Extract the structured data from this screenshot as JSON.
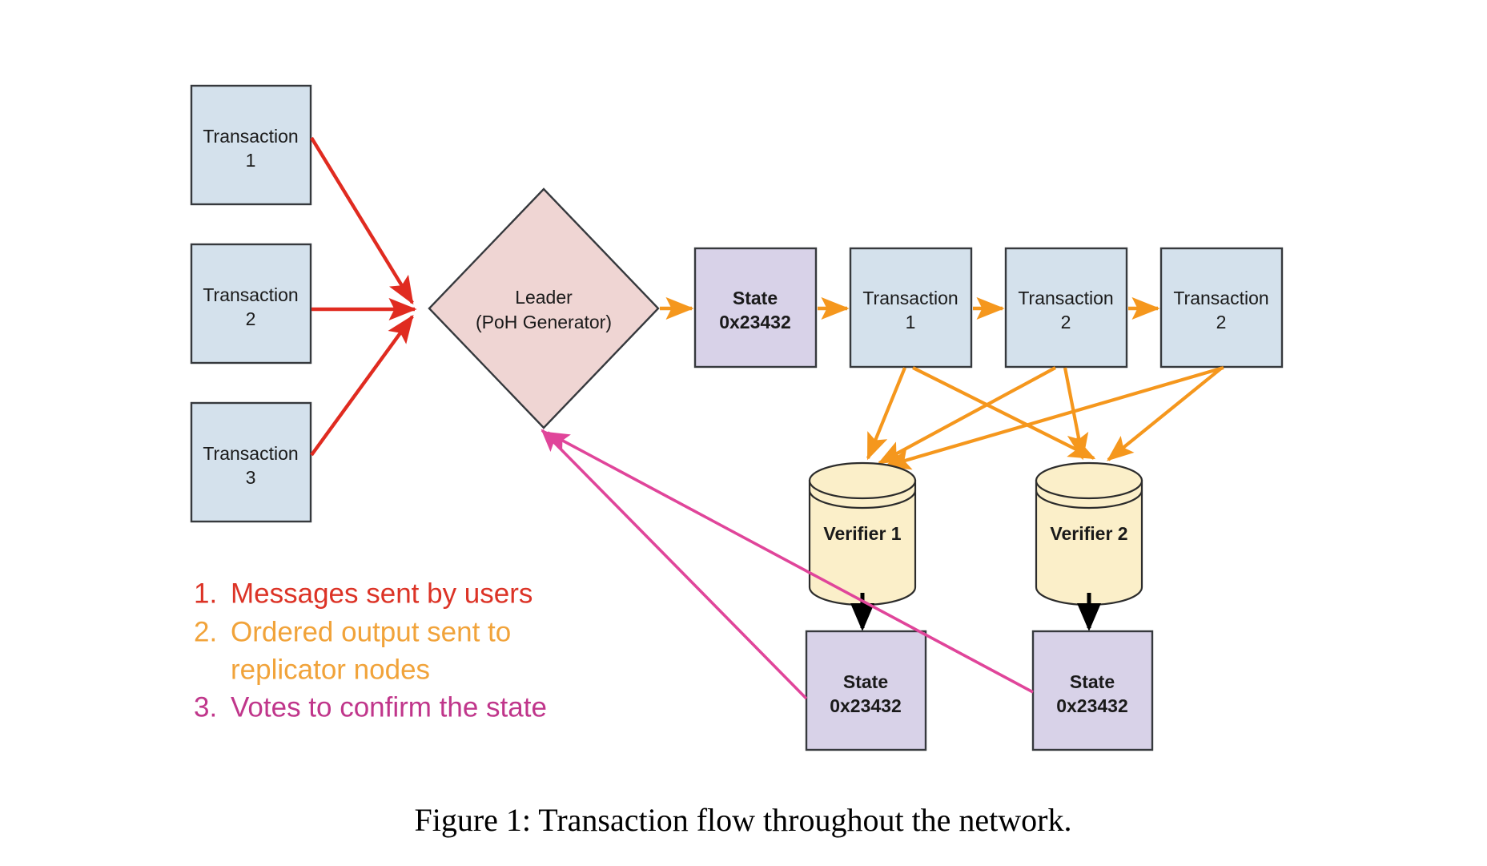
{
  "figure": {
    "caption": "Figure 1: Transaction flow throughout the network.",
    "colors": {
      "transaction_box_fill": "#d4e1ec",
      "state_box_fill": "#d8d2e8",
      "leader_fill": "#efd5d3",
      "verifier_fill": "#fbefc9",
      "box_stroke": "#36393d",
      "arrow_red": "#e02b20",
      "arrow_orange": "#f5971d",
      "arrow_magenta": "#e0459a",
      "arrow_black": "#000000",
      "legend_red": "#dc3326",
      "legend_orange": "#f1a33a",
      "legend_magenta": "#c0368b",
      "background": "#ffffff"
    }
  },
  "inputs": {
    "transactions": [
      {
        "line1": "Transaction",
        "line2": "1"
      },
      {
        "line1": "Transaction",
        "line2": "2"
      },
      {
        "line1": "Transaction",
        "line2": "3"
      }
    ]
  },
  "leader": {
    "line1": "Leader",
    "line2": "(PoH Generator)"
  },
  "ledger": {
    "entries": [
      {
        "line1": "State",
        "line2": "0x23432",
        "kind": "state"
      },
      {
        "line1": "Transaction",
        "line2": "1",
        "kind": "transaction"
      },
      {
        "line1": "Transaction",
        "line2": "2",
        "kind": "transaction"
      },
      {
        "line1": "Transaction",
        "line2": "2",
        "kind": "transaction"
      }
    ]
  },
  "verifiers": [
    {
      "label": "Verifier 1"
    },
    {
      "label": "Verifier 2"
    }
  ],
  "verifier_states": [
    {
      "line1": "State",
      "line2": "0x23432"
    },
    {
      "line1": "State",
      "line2": "0x23432"
    }
  ],
  "legend": {
    "items": [
      {
        "number": "1.",
        "text": "Messages sent by users",
        "text2": "",
        "color": "#dc3326"
      },
      {
        "number": "2.",
        "text": "Ordered output sent to",
        "text2": "replicator nodes",
        "color": "#f1a33a"
      },
      {
        "number": "3.",
        "text": "Votes to confirm the state",
        "text2": "",
        "color": "#c0368b"
      }
    ]
  }
}
